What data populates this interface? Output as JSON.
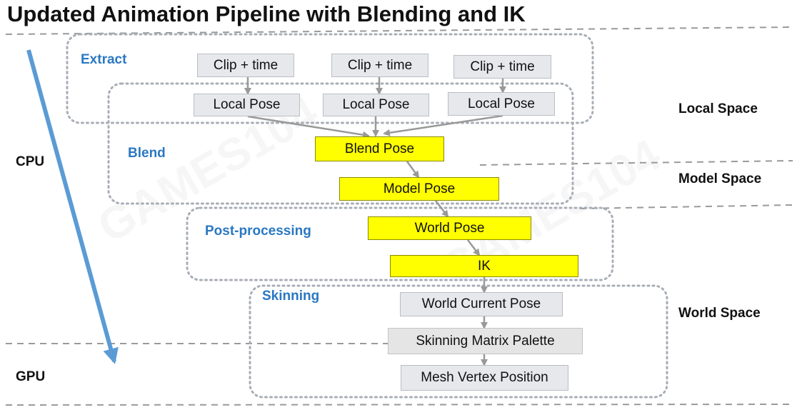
{
  "title": "Updated Animation Pipeline with Blending and IK",
  "sections": {
    "extract": "Extract",
    "blend": "Blend",
    "post_processing": "Post-processing",
    "skinning": "Skinning"
  },
  "spaces": {
    "local": "Local Space",
    "model": "Model Space",
    "world": "World Space"
  },
  "processors": {
    "cpu": "CPU",
    "gpu": "GPU"
  },
  "nodes": {
    "clip1": "Clip + time",
    "clip2": "Clip + time",
    "clip3": "Clip + time",
    "local1": "Local Pose",
    "local2": "Local Pose",
    "local3": "Local Pose",
    "blend_pose": "Blend Pose",
    "model_pose": "Model  Pose",
    "world_pose": "World  Pose",
    "ik": "IK",
    "world_current_pose": "World Current Pose",
    "skinning_matrix_palette": "Skinning Matrix Palette",
    "mesh_vertex_position": "Mesh Vertex Position"
  },
  "colors": {
    "accent_blue": "#2a78c2",
    "highlight_yellow": "#ffff00",
    "node_gray": "#e6e8ec",
    "arrow_gray": "#999999",
    "cpu_gpu_arrow": "#5b9bd5"
  }
}
